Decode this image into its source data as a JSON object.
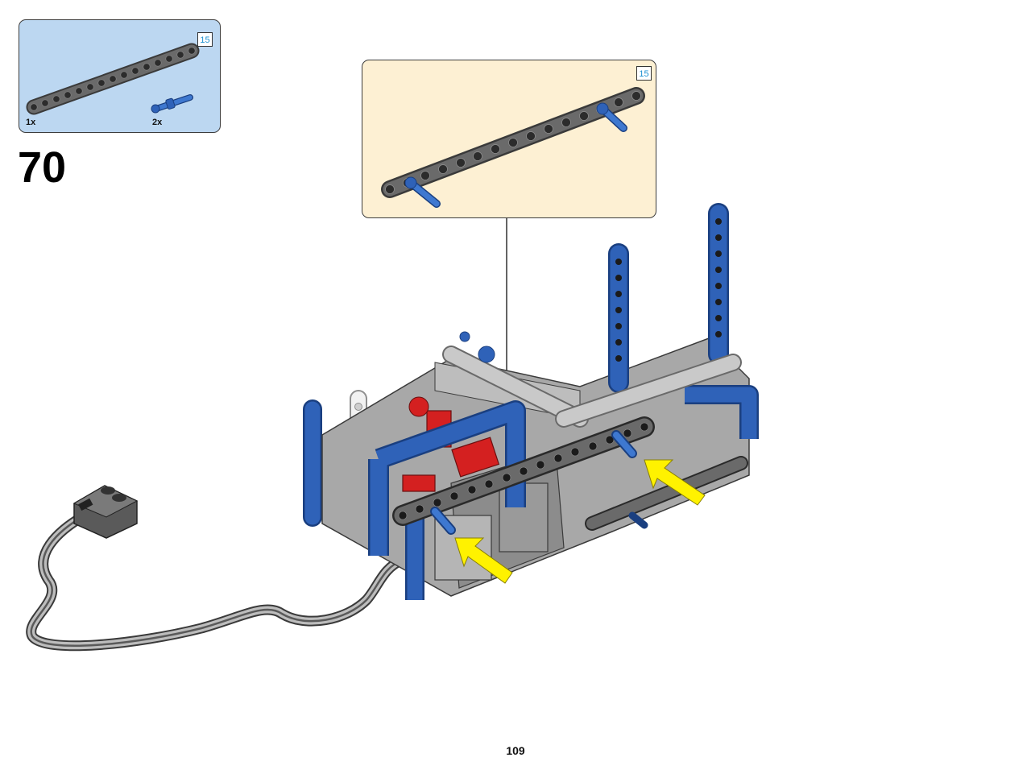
{
  "parts_list": {
    "items": [
      {
        "name": "gray-beam-15",
        "quantity": "1x",
        "length_label": "15"
      },
      {
        "name": "blue-axle-pin",
        "quantity": "2x"
      }
    ]
  },
  "step": {
    "number": "70"
  },
  "callout": {
    "length_label": "15"
  },
  "page": {
    "number": "109"
  },
  "colors": {
    "parts_bg": "#bcd7f1",
    "callout_bg": "#fdf0d3",
    "technic_blue": "#2f62b8",
    "beam_gray": "#5f5f5f",
    "light_gray": "#a8a8a8",
    "red": "#d42020",
    "arrow_yellow": "#fff200"
  }
}
